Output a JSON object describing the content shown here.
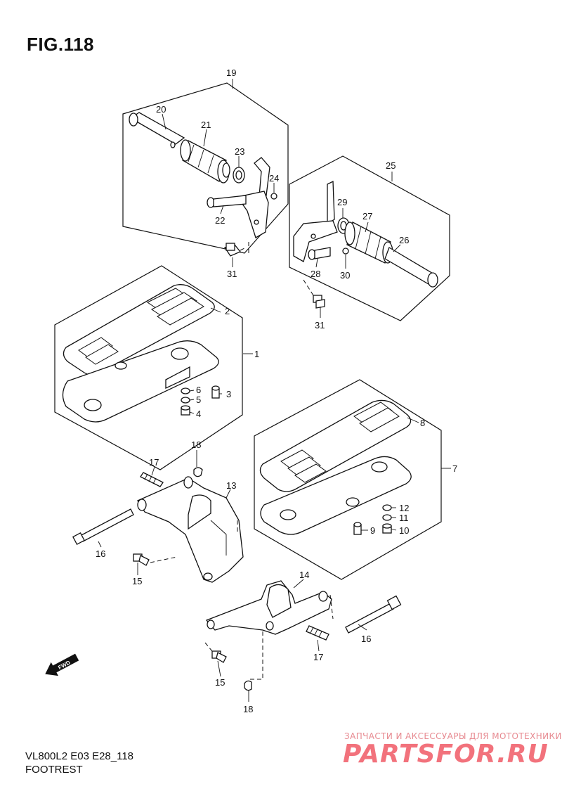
{
  "figure": {
    "title": "FIG.118",
    "model_code": "VL800L2 E03 E28_118",
    "section_name": "FOOTREST"
  },
  "fwd_arrow_label": "FWD",
  "watermark": {
    "tagline": "ЗАПЧАСТИ И АКСЕССУАРЫ ДЛЯ МОТОТЕХНИКИ",
    "logo_text": "PARTSFOR.RU"
  },
  "callouts": {
    "c1": "1",
    "c2": "2",
    "c3": "3",
    "c4": "4",
    "c5": "5",
    "c6": "6",
    "c7": "7",
    "c8": "8",
    "c9": "9",
    "c10": "10",
    "c11": "11",
    "c12": "12",
    "c13": "13",
    "c14": "14",
    "c15a": "15",
    "c15b": "15",
    "c16a": "16",
    "c16b": "16",
    "c17a": "17",
    "c17b": "17",
    "c18a": "18",
    "c18b": "18",
    "c19": "19",
    "c20": "20",
    "c21": "21",
    "c22": "22",
    "c23": "23",
    "c24": "24",
    "c25": "25",
    "c26": "26",
    "c27": "27",
    "c28": "28",
    "c29": "29",
    "c30": "30",
    "c31a": "31",
    "c31b": "31"
  }
}
